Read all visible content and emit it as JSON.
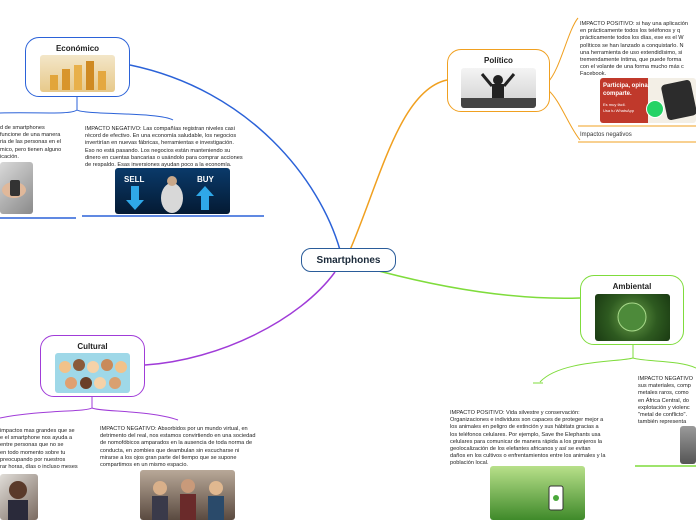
{
  "central": {
    "label": "Smartphones"
  },
  "economico": {
    "title": "Económico",
    "positive_text": "d de smartphones\nfuncione de una manera\nria de las personas en el\nmico, pero tienen alguno\nicación.",
    "negative_text": "IMPACTO NEGATIVO: Las compañías registran niveles casi\nrécord de efectivo. En una economía saludable, los negocios\ninvertirían en nuevas fábricas, herramientas e investigación.\nEso no está pasando. Los negocios están manteniendo su\ndinero en cuentas bancarias o usándolo para comprar acciones\nde respaldo. Esas inversiones ayudan poco a la economía.",
    "sell": "SELL",
    "buy": "BUY"
  },
  "politico": {
    "title": "Político",
    "positive_text": "IMPACTO POSITIVO: si hay una aplicación\nen prácticamente todos los teléfonos y q\nprácticamente todos los días, ese es el W\npolíticos se han lanzado a conquistarlo. N\nuna herramienta de uso extendidísimo, si\ntremendamente íntima, que puede forma\ncon el volante de una forma mucho más c\nFacebook.",
    "ad_line1": "Participa, opina,",
    "ad_line2": "comparte.",
    "ad_line3": "Es muy fácil.",
    "ad_line4": "Usa tu WhatsApp",
    "negative_label": "Impactos negativos"
  },
  "ambiental": {
    "title": "Ambiental",
    "positive_text": "IMPACTO POSITIVO: Vida silvestre y conservación:\nOrganizaciones e individuos son capaces de proteger mejor a\nlos animales en peligro de extinción y sus hábitats gracias a\nlos teléfonos celulares. Por ejemplo, Save the Elephants usa\ncelulares para comunicar de manera rápida a los granjeros la\ngeolocalización de los elefantes africanos y así se evitan\ndaños en los cultivos o enfrentamientos entre los animales y la\npoblación local.",
    "negative_text": "IMPACTO NEGATIVO\nsus materiales, comp\nmetales raros, como\nen África Central, do\nexplotación y violenc\n\"metal de conflicto\".\ntambién representa"
  },
  "cultural": {
    "title": "Cultural",
    "positive_text": "impactos mas grandes que se\ne el smartphone nos ayuda a\nentre personas que no se\nen todo momento sobre tu\npreocupando por nuestros\nrar horas, días o incluso meses",
    "negative_text": "IMPACTO NEGATIVO: Absorbidos por un mundo virtual, en\ndetrimento del real, nos estamos convirtiendo en una sociedad\nde nomofóbicos amparados en la ausencia de toda norma de\nconducta, en zombies que deambulan sin escucharse ni\nmirarse a los ojos gran parte del tiempo que se supone\ncompartimos en un mismo espacio."
  },
  "colors": {
    "economico": "#2b62d8",
    "politico": "#f0a020",
    "ambiental": "#7fdc3c",
    "cultural": "#a03cd8",
    "central": "#2a5c9a"
  }
}
